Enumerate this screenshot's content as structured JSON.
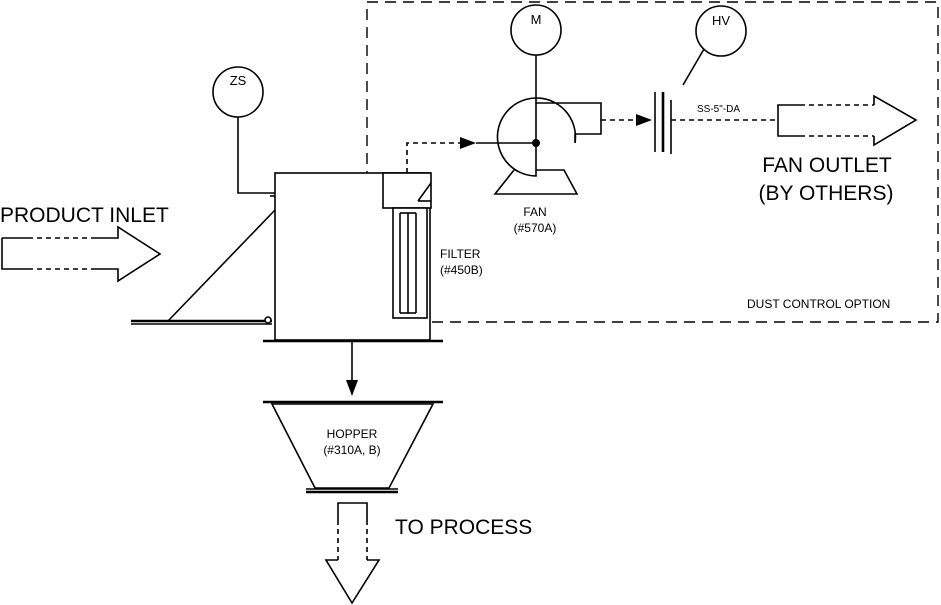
{
  "labels": {
    "product_inlet": "PRODUCT INLET",
    "fan_outlet_line1": "FAN OUTLET",
    "fan_outlet_line2": "(BY OTHERS)",
    "to_process": "TO PROCESS",
    "filter_line1": "FILTER",
    "filter_line2": "(#450B)",
    "fan_line1": "FAN",
    "fan_line2": "(#570A)",
    "hopper_line1": "HOPPER",
    "hopper_line2": "(#310A, B)",
    "dust_control": "DUST CONTROL OPTION",
    "pipe_spec": "SS-5\"-DA"
  },
  "instruments": {
    "zs": "ZS",
    "motor": "M",
    "hand_valve": "HV"
  }
}
